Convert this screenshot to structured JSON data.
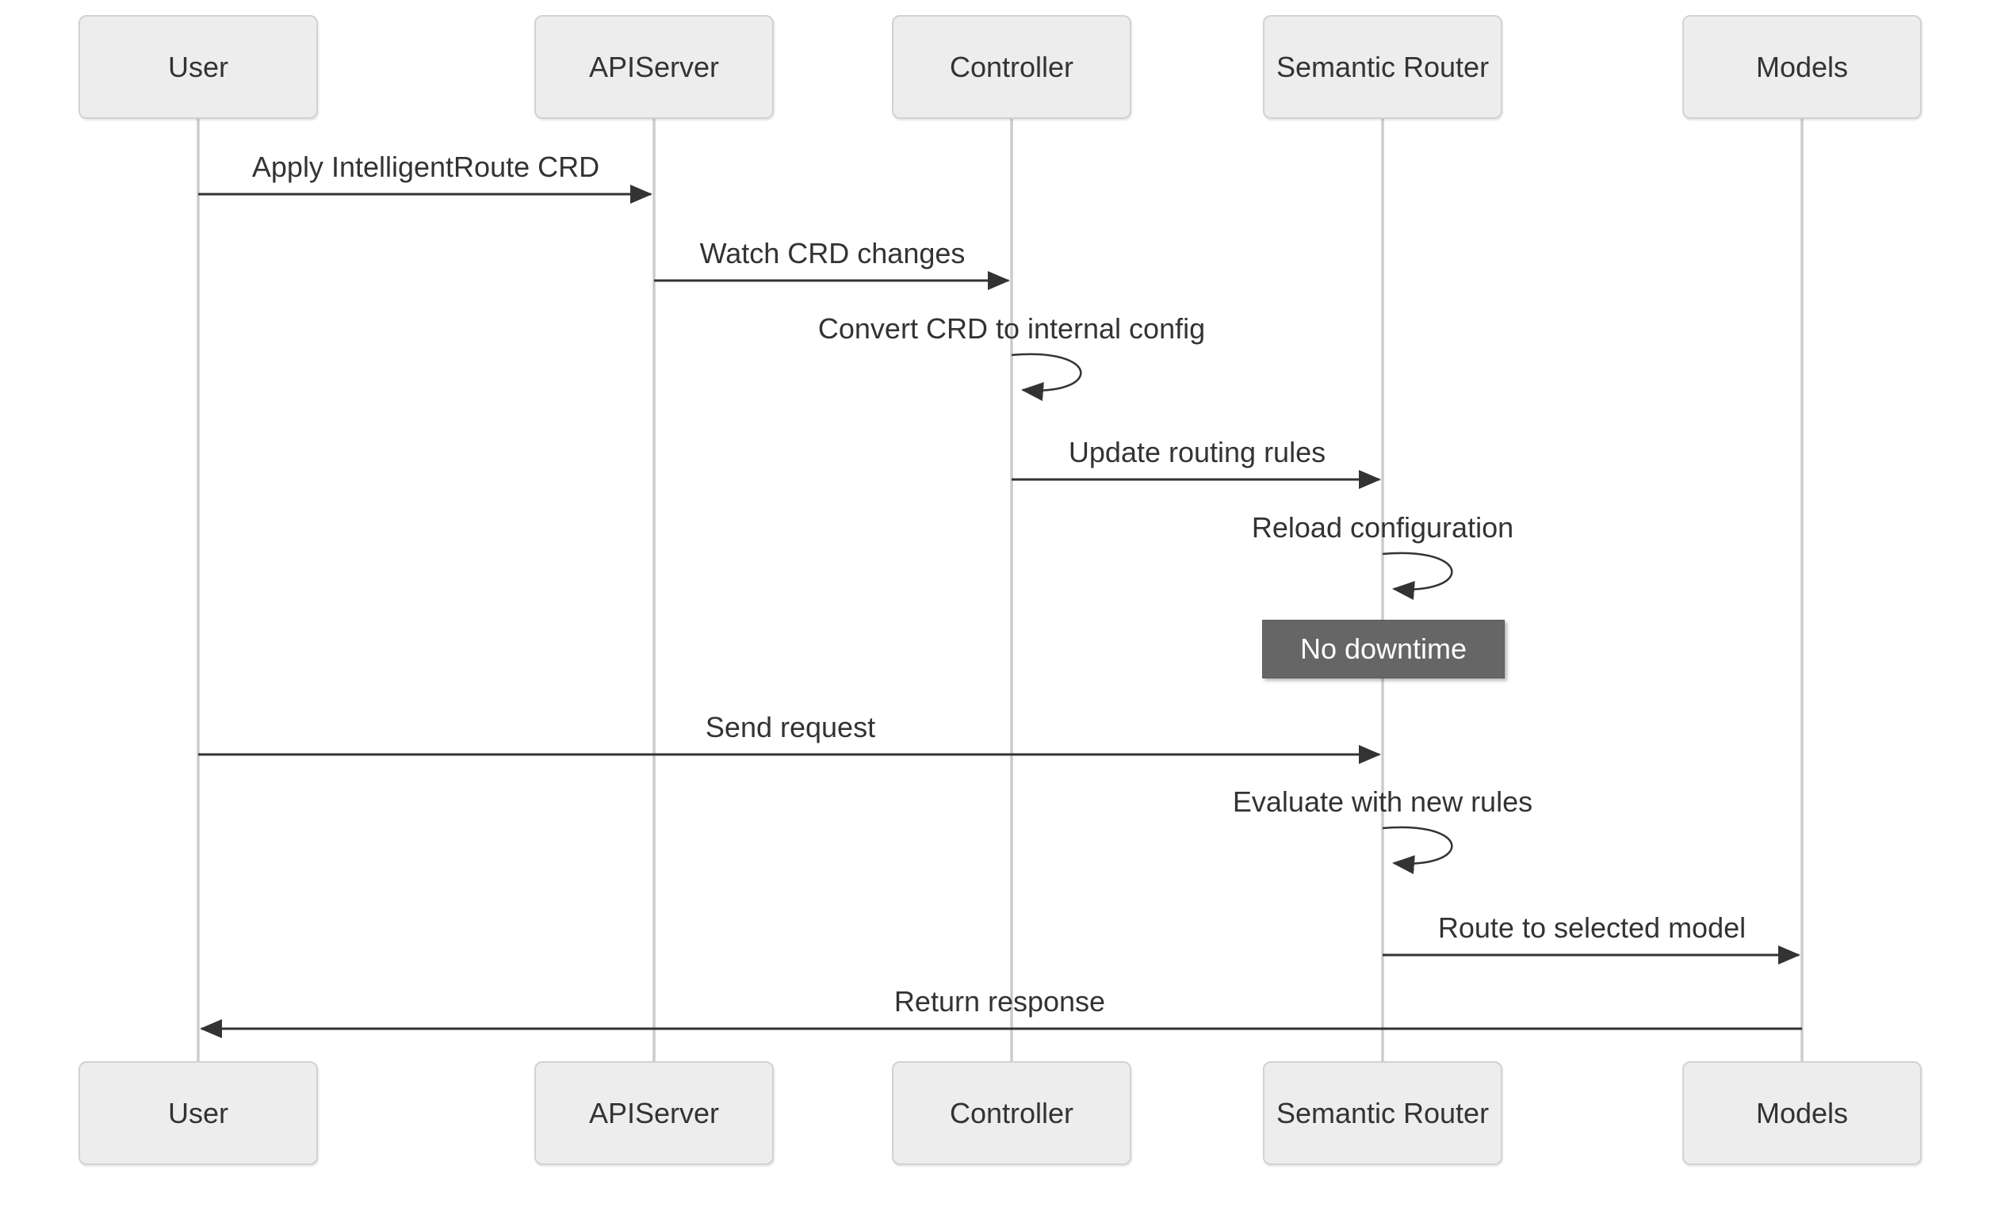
{
  "diagram": {
    "type": "sequence-diagram",
    "actors": [
      "User",
      "APIServer",
      "Controller",
      "Semantic Router",
      "Models"
    ],
    "messages": [
      {
        "from": "User",
        "to": "APIServer",
        "label": "Apply IntelligentRoute CRD",
        "kind": "solid-arrow"
      },
      {
        "from": "APIServer",
        "to": "Controller",
        "label": "Watch CRD changes",
        "kind": "solid-arrow"
      },
      {
        "from": "Controller",
        "to": "Controller",
        "label": "Convert CRD to internal config",
        "kind": "self-loop"
      },
      {
        "from": "Controller",
        "to": "Semantic Router",
        "label": "Update routing rules",
        "kind": "solid-arrow"
      },
      {
        "from": "Semantic Router",
        "to": "Semantic Router",
        "label": "Reload configuration",
        "kind": "self-loop"
      },
      {
        "from": "User",
        "to": "Semantic Router",
        "label": "Send request",
        "kind": "solid-arrow"
      },
      {
        "from": "Semantic Router",
        "to": "Semantic Router",
        "label": "Evaluate with new rules",
        "kind": "self-loop"
      },
      {
        "from": "Semantic Router",
        "to": "Models",
        "label": "Route to selected model",
        "kind": "solid-arrow"
      },
      {
        "from": "Models",
        "to": "User",
        "label": "Return response",
        "kind": "solid-arrow"
      }
    ],
    "note": {
      "text": "No downtime",
      "over": "Semantic Router"
    },
    "colors": {
      "background": "#ffffff",
      "actor_fill": "#ededed",
      "actor_border": "#d2d2d2",
      "lifeline": "#cccccc",
      "arrow": "#333333",
      "text": "#333333",
      "note_fill": "#666666",
      "note_text": "#ffffff"
    }
  }
}
